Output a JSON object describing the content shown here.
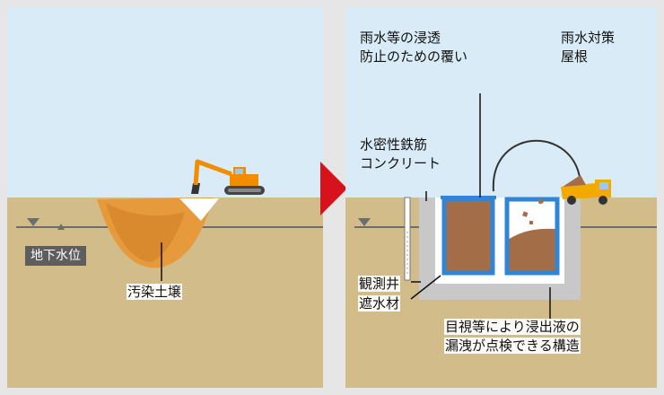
{
  "left": {
    "groundwater_label": "地下水位",
    "contaminated_soil_label": "汚染土壌"
  },
  "right": {
    "cover_label": [
      "雨水等の浸透",
      "防止のための覆い"
    ],
    "roof_label": [
      "雨水対策",
      "屋根"
    ],
    "concrete_label": [
      "水密性鉄筋",
      "コンクリート"
    ],
    "well_label": "観測井",
    "barrier_label": "遮水材",
    "structure_label": [
      "目視等により浸出液の",
      "漏洩が点検できる構造"
    ]
  },
  "colors": {
    "sky": "#d8ebf6",
    "ground": "#d2bd8a",
    "soil_orange": "#e69a3c",
    "soil_brown": "#a36e47",
    "concrete": "#c8c8c8",
    "liner_blue": "#2f86d6",
    "arrow_red": "#d6121c",
    "label_dark": "#5e5e5e"
  },
  "icons": {
    "left_machine": "excavator-icon",
    "right_machine": "dump-truck-icon"
  }
}
